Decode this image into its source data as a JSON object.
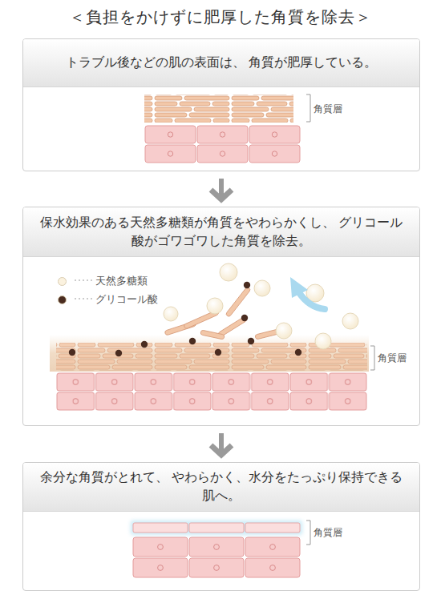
{
  "diagram": {
    "title": "＜負担をかけずに肥厚した角質を除去＞",
    "nodes": [
      {
        "text": [
          "トラブル後などの肌の表面は、 角質が肥厚している。"
        ]
      },
      {
        "text": [
          "保水効果のある天然多糖類が角質をやわらかくし、 グリコール酸がゴワゴワした角質を除去。"
        ]
      },
      {
        "text": [
          "余分な角質がとれて、 やわらかく、水分をたっぷり保持できる肌へ。"
        ]
      }
    ],
    "edges": [
      {
        "from": 0,
        "to": 1,
        "arrow": "to"
      },
      {
        "from": 1,
        "to": 2,
        "arrow": "to"
      }
    ],
    "labels": [
      "角質層",
      "角質層",
      "角質層"
    ],
    "legend": [
      {
        "text": "天然多糖類",
        "color": "#fbf2df"
      },
      {
        "text": "グリコール酸",
        "color": "#4a2c20"
      }
    ]
  }
}
